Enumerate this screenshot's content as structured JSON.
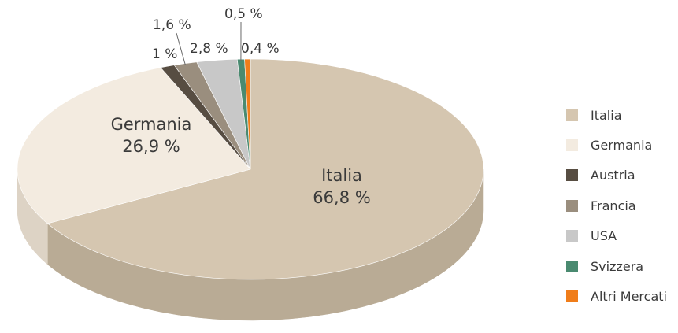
{
  "chart_data": {
    "type": "pie",
    "style": "3d",
    "start_angle_deg": -90,
    "direction": "clockwise",
    "categories": [
      "Italia",
      "Germania",
      "Austria",
      "Francia",
      "USA",
      "Svizzera",
      "Altri Mercati"
    ],
    "values": [
      66.8,
      26.9,
      1.0,
      1.6,
      2.8,
      0.5,
      0.4
    ],
    "slices": [
      {
        "name": "Italia",
        "value": 66.8,
        "label": "66,8 %",
        "color": "#d5c6b0",
        "side_color": "#b9ab95"
      },
      {
        "name": "Germania",
        "value": 26.9,
        "label": "26,9 %",
        "color": "#f3ebe0",
        "side_color": "#ddd3c5"
      },
      {
        "name": "Austria",
        "value": 1.0,
        "label": "1 %",
        "color": "#574d42",
        "side_color": "#453d34"
      },
      {
        "name": "Francia",
        "value": 1.6,
        "label": "1,6 %",
        "color": "#9a8e7e",
        "side_color": "#7f7466"
      },
      {
        "name": "USA",
        "value": 2.8,
        "label": "2,8 %",
        "color": "#c8c8c8",
        "side_color": "#a9a9a9"
      },
      {
        "name": "Svizzera",
        "value": 0.5,
        "label": "0,5 %",
        "color": "#4a8a70",
        "side_color": "#3a6e59"
      },
      {
        "name": "Altri Mercati",
        "value": 0.4,
        "label": "0,4 %",
        "color": "#f07d1a",
        "side_color": "#c96612"
      }
    ],
    "legend": {
      "position": "right",
      "entries": [
        "Italia",
        "Germania",
        "Austria",
        "Francia",
        "USA",
        "Svizzera",
        "Altri Mercati"
      ]
    }
  }
}
